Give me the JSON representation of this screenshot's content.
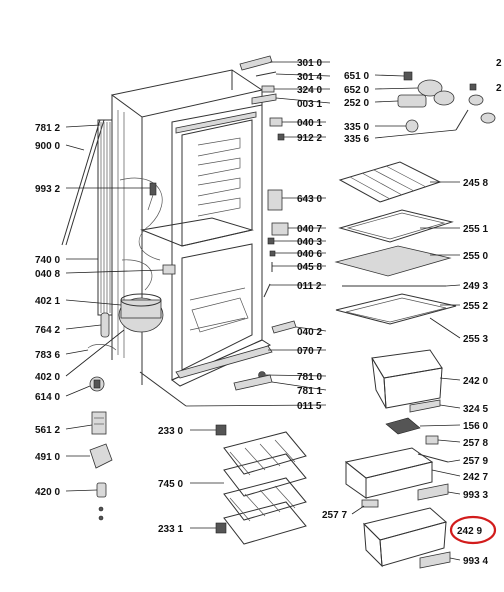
{
  "labels": {
    "l3010": "301 0",
    "l3014": "301 4",
    "l3240": "324 0",
    "l0031": "003 1",
    "l0401a": "040 1",
    "l9122": "912 2",
    "l6510": "651 0",
    "l6520": "652 0",
    "l2520": "252 0",
    "l3350": "335 0",
    "l3356": "335 6",
    "l7812": "781 2",
    "l9000": "900 0",
    "l9932": "993 2",
    "l6430": "643 0",
    "l2458": "245 8",
    "l0407": "040 7",
    "l0403": "040 3",
    "l0406": "040 6",
    "l0458": "045 8",
    "l2551": "255 1",
    "l2550": "255 0",
    "l2493": "249 3",
    "l7400": "740 0",
    "l0408": "040 8",
    "l0112": "011 2",
    "l2552": "255 2",
    "l2553": "255 3",
    "l4021": "402 1",
    "l7642": "764 2",
    "l0402b": "040 2",
    "l0707": "070 7",
    "l7836": "783 6",
    "l4020": "402 0",
    "l2420a": "242 0",
    "l6140": "614 0",
    "l7810": "781 0",
    "l7811": "781 1",
    "l0115": "011 5",
    "l3245": "324 5",
    "l5612": "561 2",
    "l2330": "233 0",
    "l1560": "156 0",
    "l2578": "257 8",
    "l4910": "491 0",
    "l2579": "257 9",
    "l2427": "242 7",
    "l7450": "745 0",
    "l4200": "420 0",
    "l9933": "993 3",
    "l2577": "257 7",
    "l2429": "242 9",
    "l2331": "233 1",
    "l9934": "993 4",
    "lcut1": "2",
    "lcut2": "2"
  }
}
